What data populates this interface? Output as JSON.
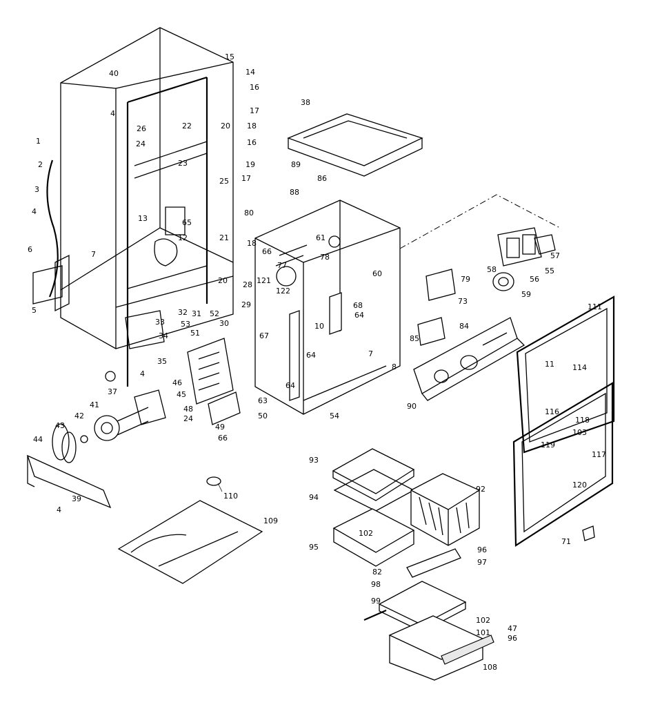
{
  "diagram": {
    "labels": [
      {
        "id": "1",
        "text": "1"
      },
      {
        "id": "2",
        "text": "2"
      },
      {
        "id": "3",
        "text": "3"
      },
      {
        "id": "4a",
        "text": "4"
      },
      {
        "id": "4b",
        "text": "4"
      },
      {
        "id": "4c",
        "text": "4"
      },
      {
        "id": "4d",
        "text": "4"
      },
      {
        "id": "5",
        "text": "5"
      },
      {
        "id": "6",
        "text": "6"
      },
      {
        "id": "7a",
        "text": "7"
      },
      {
        "id": "7b",
        "text": "7"
      },
      {
        "id": "8",
        "text": "8"
      },
      {
        "id": "10",
        "text": "10"
      },
      {
        "id": "11",
        "text": "11"
      },
      {
        "id": "12",
        "text": "12"
      },
      {
        "id": "13",
        "text": "13"
      },
      {
        "id": "14",
        "text": "14"
      },
      {
        "id": "15",
        "text": "15"
      },
      {
        "id": "16a",
        "text": "16"
      },
      {
        "id": "16b",
        "text": "16"
      },
      {
        "id": "17a",
        "text": "17"
      },
      {
        "id": "17b",
        "text": "17"
      },
      {
        "id": "18a",
        "text": "18"
      },
      {
        "id": "18b",
        "text": "18"
      },
      {
        "id": "19",
        "text": "19"
      },
      {
        "id": "20a",
        "text": "20"
      },
      {
        "id": "20b",
        "text": "20"
      },
      {
        "id": "21",
        "text": "21"
      },
      {
        "id": "22",
        "text": "22"
      },
      {
        "id": "23",
        "text": "23"
      },
      {
        "id": "24a",
        "text": "24"
      },
      {
        "id": "24b",
        "text": "24"
      },
      {
        "id": "25",
        "text": "25"
      },
      {
        "id": "26",
        "text": "26"
      },
      {
        "id": "28",
        "text": "28"
      },
      {
        "id": "29",
        "text": "29"
      },
      {
        "id": "30",
        "text": "30"
      },
      {
        "id": "31",
        "text": "31"
      },
      {
        "id": "32",
        "text": "32"
      },
      {
        "id": "33",
        "text": "33"
      },
      {
        "id": "34",
        "text": "34"
      },
      {
        "id": "35",
        "text": "35"
      },
      {
        "id": "37",
        "text": "37"
      },
      {
        "id": "38",
        "text": "38"
      },
      {
        "id": "39",
        "text": "39"
      },
      {
        "id": "40",
        "text": "40"
      },
      {
        "id": "41",
        "text": "41"
      },
      {
        "id": "42",
        "text": "42"
      },
      {
        "id": "43",
        "text": "43"
      },
      {
        "id": "44",
        "text": "44"
      },
      {
        "id": "45",
        "text": "45"
      },
      {
        "id": "46",
        "text": "46"
      },
      {
        "id": "47",
        "text": "47"
      },
      {
        "id": "48",
        "text": "48"
      },
      {
        "id": "49",
        "text": "49"
      },
      {
        "id": "50",
        "text": "50"
      },
      {
        "id": "51",
        "text": "51"
      },
      {
        "id": "52",
        "text": "52"
      },
      {
        "id": "53",
        "text": "53"
      },
      {
        "id": "54",
        "text": "54"
      },
      {
        "id": "55",
        "text": "55"
      },
      {
        "id": "56",
        "text": "56"
      },
      {
        "id": "57",
        "text": "57"
      },
      {
        "id": "58",
        "text": "58"
      },
      {
        "id": "59",
        "text": "59"
      },
      {
        "id": "60",
        "text": "60"
      },
      {
        "id": "61",
        "text": "61"
      },
      {
        "id": "63",
        "text": "63"
      },
      {
        "id": "64a",
        "text": "64"
      },
      {
        "id": "64b",
        "text": "64"
      },
      {
        "id": "64c",
        "text": "64"
      },
      {
        "id": "65",
        "text": "65"
      },
      {
        "id": "66a",
        "text": "66"
      },
      {
        "id": "66b",
        "text": "66"
      },
      {
        "id": "67",
        "text": "67"
      },
      {
        "id": "68",
        "text": "68"
      },
      {
        "id": "71",
        "text": "71"
      },
      {
        "id": "73",
        "text": "73"
      },
      {
        "id": "77",
        "text": "77"
      },
      {
        "id": "78",
        "text": "78"
      },
      {
        "id": "79",
        "text": "79"
      },
      {
        "id": "80",
        "text": "80"
      },
      {
        "id": "82",
        "text": "82"
      },
      {
        "id": "84",
        "text": "84"
      },
      {
        "id": "85",
        "text": "85"
      },
      {
        "id": "86",
        "text": "86"
      },
      {
        "id": "88",
        "text": "88"
      },
      {
        "id": "89",
        "text": "89"
      },
      {
        "id": "90",
        "text": "90"
      },
      {
        "id": "92",
        "text": "92"
      },
      {
        "id": "93",
        "text": "93"
      },
      {
        "id": "94",
        "text": "94"
      },
      {
        "id": "95",
        "text": "95"
      },
      {
        "id": "96a",
        "text": "96"
      },
      {
        "id": "96b",
        "text": "96"
      },
      {
        "id": "97",
        "text": "97"
      },
      {
        "id": "98",
        "text": "98"
      },
      {
        "id": "99",
        "text": "99"
      },
      {
        "id": "101",
        "text": "101"
      },
      {
        "id": "102a",
        "text": "102"
      },
      {
        "id": "102b",
        "text": "102"
      },
      {
        "id": "103",
        "text": "103"
      },
      {
        "id": "108",
        "text": "108"
      },
      {
        "id": "109",
        "text": "109"
      },
      {
        "id": "110",
        "text": "110"
      },
      {
        "id": "111",
        "text": "111"
      },
      {
        "id": "114",
        "text": "114"
      },
      {
        "id": "116",
        "text": "116"
      },
      {
        "id": "117",
        "text": "117"
      },
      {
        "id": "118",
        "text": "118"
      },
      {
        "id": "119",
        "text": "119"
      },
      {
        "id": "120",
        "text": "120"
      },
      {
        "id": "121",
        "text": "121"
      },
      {
        "id": "122",
        "text": "122"
      }
    ]
  }
}
